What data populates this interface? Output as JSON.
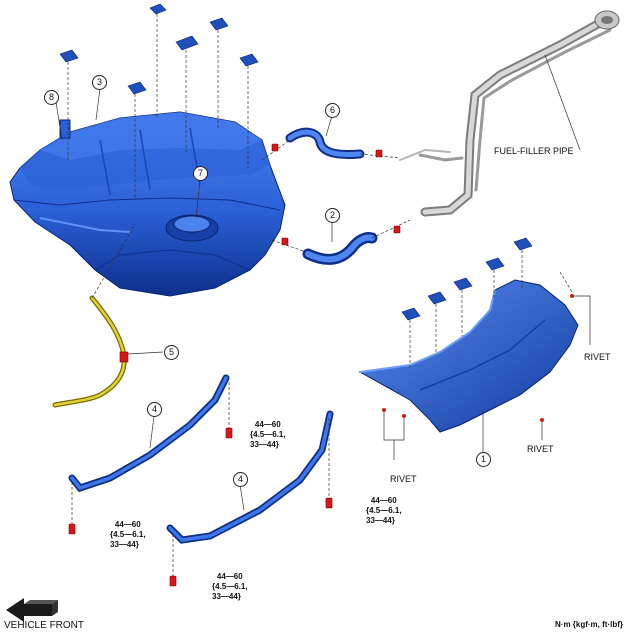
{
  "labels": {
    "fuel_filler_pipe": "FUEL-FILLER PIPE",
    "rivet": "RIVET",
    "vehicle_front": "VEHICLE FRONT",
    "units": "N·m {kgf·m, ft·lbf}"
  },
  "callouts": [
    "1",
    "2",
    "3",
    "4",
    "4",
    "5",
    "6",
    "7",
    "8"
  ],
  "torque": {
    "line1": "44—60",
    "line2": "{4.5—6.1,",
    "line3": "33—44}"
  },
  "colors": {
    "part_blue": "#2a5fd6",
    "part_blue_dark": "#0d2f8a",
    "pipe_gray": "#b8b8b8",
    "hose_yellow": "#c9b81a",
    "clip_red": "#d81818",
    "bolt_red": "#d81818"
  }
}
